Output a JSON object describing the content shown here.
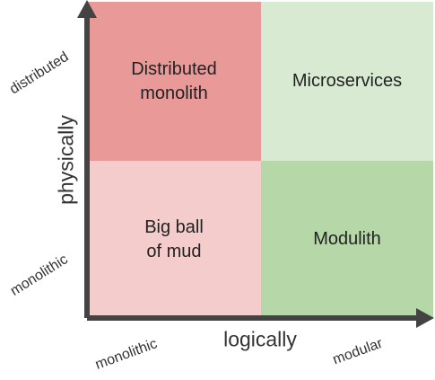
{
  "colors": {
    "distributed_monolith": "#ea9999",
    "microservices": "#d9ead3",
    "big_ball_of_mud": "#f4cccc",
    "modulith": "#b6d7a8",
    "axis": "#434343"
  },
  "quadrants": {
    "top_left": {
      "label": "Distributed\nmonolith"
    },
    "top_right": {
      "label": "Microservices"
    },
    "bottom_left": {
      "label": "Big ball\nof mud"
    },
    "bottom_right": {
      "label": "Modulith"
    }
  },
  "y_axis": {
    "title": "physically",
    "high_label": "distributed",
    "low_label": "monolithic"
  },
  "x_axis": {
    "title": "logically",
    "low_label": "monolithic",
    "high_label": "modular"
  }
}
